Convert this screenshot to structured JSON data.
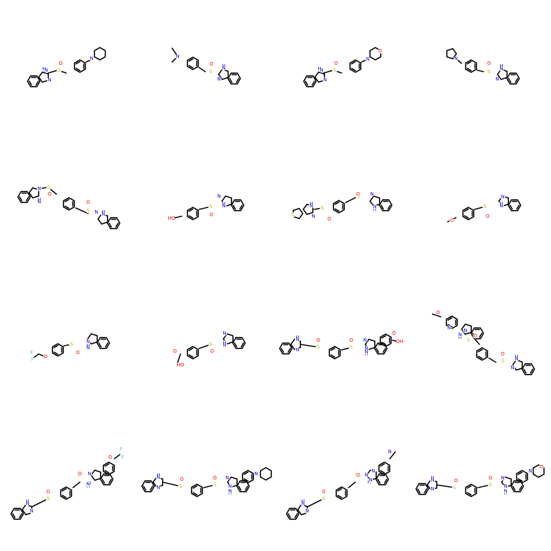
{
  "colors": {
    "bond": "#000000",
    "N": "#0000ff",
    "O": "#ff0000",
    "S": "#b8b800",
    "F": "#33cccc"
  },
  "molecules": [
    {
      "name": "mol-1",
      "labels": [
        "H",
        "N",
        "N",
        "S",
        "O",
        "N"
      ]
    },
    {
      "name": "mol-2",
      "labels": [
        "N",
        "S",
        "O",
        "N",
        "H",
        "N"
      ]
    },
    {
      "name": "mol-3",
      "labels": [
        "H",
        "N",
        "N",
        "S",
        "O",
        "N",
        "O"
      ]
    },
    {
      "name": "mol-4",
      "labels": [
        "N",
        "S",
        "O",
        "N",
        "H",
        "N"
      ]
    },
    {
      "name": "mol-5",
      "labels": [
        "N",
        "H",
        "N",
        "S",
        "O",
        "S",
        "O",
        "H",
        "N",
        "N"
      ]
    },
    {
      "name": "mol-6",
      "labels": [
        "HO",
        "S",
        "O",
        "H",
        "N",
        "N"
      ]
    },
    {
      "name": "mol-7",
      "labels": [
        "S",
        "H",
        "N",
        "N",
        "S",
        "O",
        "S",
        "O",
        "N",
        "H",
        "N"
      ]
    },
    {
      "name": "mol-8",
      "labels": [
        "O",
        "S",
        "O",
        "H",
        "N",
        "N"
      ]
    },
    {
      "name": "mol-9",
      "labels": [
        "F",
        "F",
        "O",
        "S",
        "O",
        "N",
        "H",
        "N"
      ]
    },
    {
      "name": "mol-10",
      "labels": [
        "HO",
        "O",
        "S",
        "O",
        "H",
        "N",
        "N"
      ]
    },
    {
      "name": "mol-11",
      "labels": [
        "H",
        "N",
        "N",
        "S",
        "O",
        "S",
        "O",
        "N",
        "N",
        "H",
        "N",
        "O",
        "OH"
      ]
    },
    {
      "name": "mol-12",
      "labels": [
        "O",
        "N",
        "N",
        "H",
        "N",
        "S",
        "O",
        "S",
        "O",
        "H",
        "N",
        "N"
      ]
    },
    {
      "name": "mol-13",
      "labels": [
        "F",
        "F",
        "O",
        "N",
        "N",
        "H",
        "N",
        "S",
        "O",
        "S",
        "O",
        "H",
        "N",
        "N"
      ]
    },
    {
      "name": "mol-14",
      "labels": [
        "H",
        "N",
        "N",
        "S",
        "O",
        "S",
        "O",
        "N",
        "N",
        "H",
        "N",
        "N"
      ]
    },
    {
      "name": "mol-15",
      "labels": [
        "N",
        "N",
        "N",
        "H",
        "N",
        "S",
        "O",
        "S",
        "O",
        "H",
        "N",
        "N"
      ]
    },
    {
      "name": "mol-16",
      "labels": [
        "H",
        "N",
        "N",
        "S",
        "O",
        "S",
        "O",
        "N",
        "N",
        "H",
        "N",
        "N",
        "O"
      ]
    }
  ]
}
